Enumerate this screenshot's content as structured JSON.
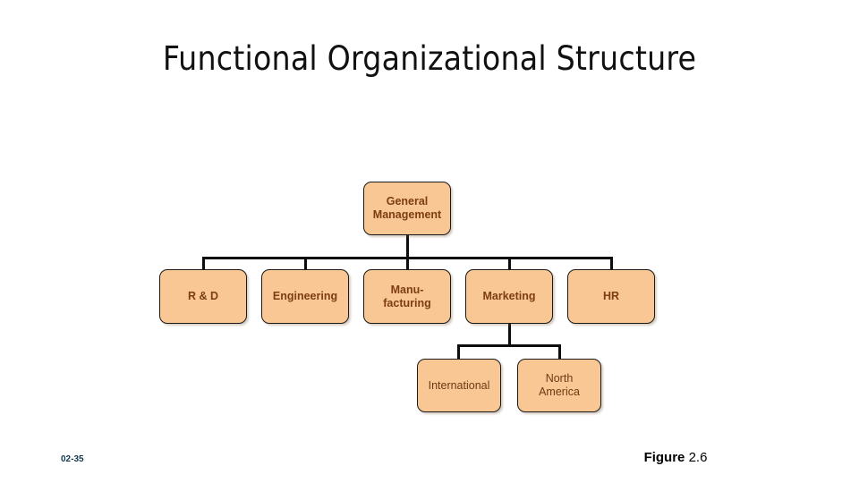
{
  "slide": {
    "title": "Functional Organizational Structure",
    "background_color": "#FFFFFF"
  },
  "theme": {
    "node_fill": "#F8C794",
    "node_border": "#1A1A1A",
    "node_text": "#7E3C12",
    "connector": "#0D0D0D",
    "title_text": "#111111",
    "footer_left_text": "#12394B"
  },
  "chart_data": {
    "type": "diagram",
    "diagram_kind": "org-chart",
    "title": "Functional Organizational Structure",
    "orientation": "top-down",
    "levels": 3,
    "nodes": [
      {
        "id": "gm",
        "label": "General\nManagement",
        "level": 0,
        "parent": null
      },
      {
        "id": "rd",
        "label": "R & D",
        "level": 1,
        "parent": "gm"
      },
      {
        "id": "eng",
        "label": "Engineering",
        "level": 1,
        "parent": "gm"
      },
      {
        "id": "manu",
        "label": "Manu-\nfacturing",
        "level": 1,
        "parent": "gm"
      },
      {
        "id": "mkt",
        "label": "Marketing",
        "level": 1,
        "parent": "gm"
      },
      {
        "id": "hr",
        "label": "HR",
        "level": 1,
        "parent": "gm"
      },
      {
        "id": "intl",
        "label": "International",
        "level": 2,
        "parent": "mkt"
      },
      {
        "id": "na",
        "label": "North\nAmerica",
        "level": 2,
        "parent": "mkt"
      }
    ],
    "edges": [
      {
        "from": "gm",
        "to": "rd"
      },
      {
        "from": "gm",
        "to": "eng"
      },
      {
        "from": "gm",
        "to": "manu"
      },
      {
        "from": "gm",
        "to": "mkt"
      },
      {
        "from": "gm",
        "to": "hr"
      },
      {
        "from": "mkt",
        "to": "intl"
      },
      {
        "from": "mkt",
        "to": "na"
      }
    ]
  },
  "nodes": {
    "gm": {
      "label": "General\nManagement"
    },
    "rd": {
      "label": "R & D"
    },
    "eng": {
      "label": "Engineering"
    },
    "manu": {
      "label": "Manu-\nfacturing"
    },
    "mkt": {
      "label": "Marketing"
    },
    "hr": {
      "label": "HR"
    },
    "intl": {
      "label": "International"
    },
    "na": {
      "label": "North\nAmerica"
    }
  },
  "footer": {
    "slide_number": "02-35",
    "figure_word": "Figure",
    "figure_number": "2.6"
  }
}
